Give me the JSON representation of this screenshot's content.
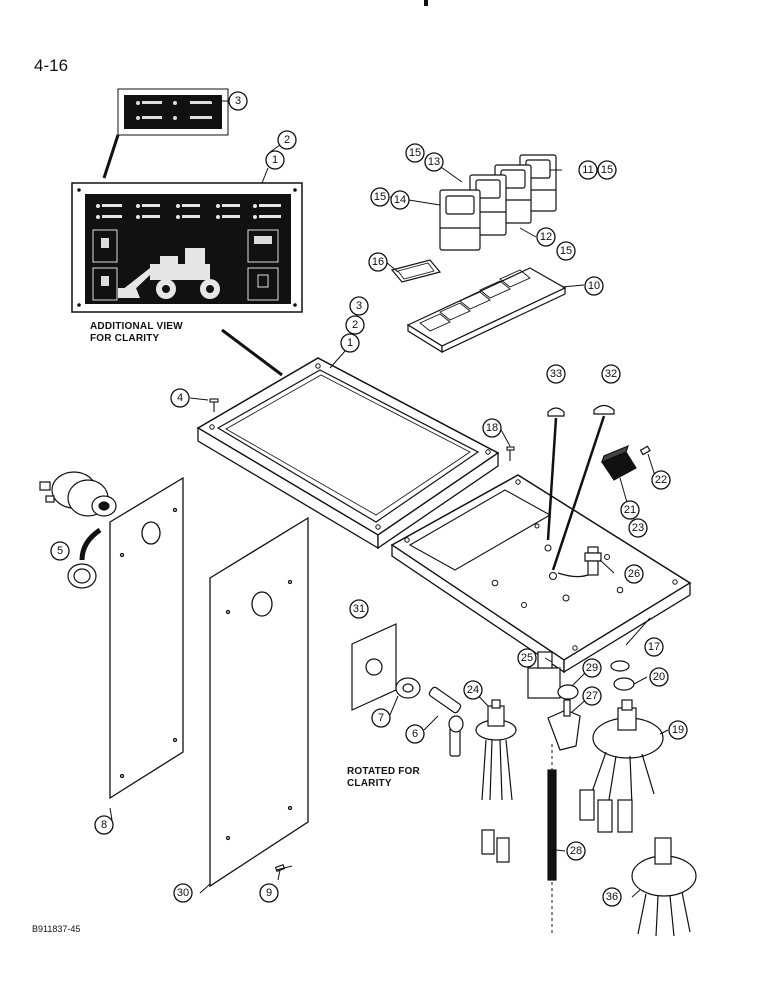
{
  "page": {
    "page_number": "4-16",
    "figure_code": "B911837-45"
  },
  "notes": {
    "additional_view_line1": "ADDITIONAL VIEW",
    "additional_view_line2": "FOR CLARITY",
    "rotated_line1": "ROTATED FOR",
    "rotated_line2": "CLARITY"
  },
  "callouts": [
    {
      "label": "3"
    },
    {
      "label": "2"
    },
    {
      "label": "1"
    },
    {
      "label": "15"
    },
    {
      "label": "13"
    },
    {
      "label": "11"
    },
    {
      "label": "15"
    },
    {
      "label": "15"
    },
    {
      "label": "14"
    },
    {
      "label": "12"
    },
    {
      "label": "15"
    },
    {
      "label": "16"
    },
    {
      "label": "10"
    },
    {
      "label": "3"
    },
    {
      "label": "2"
    },
    {
      "label": "1"
    },
    {
      "label": "4"
    },
    {
      "label": "18"
    },
    {
      "label": "33"
    },
    {
      "label": "32"
    },
    {
      "label": "22"
    },
    {
      "label": "21"
    },
    {
      "label": "23"
    },
    {
      "label": "5"
    },
    {
      "label": "26"
    },
    {
      "label": "17"
    },
    {
      "label": "31"
    },
    {
      "label": "25"
    },
    {
      "label": "29"
    },
    {
      "label": "20"
    },
    {
      "label": "24"
    },
    {
      "label": "27"
    },
    {
      "label": "19"
    },
    {
      "label": "7"
    },
    {
      "label": "6"
    },
    {
      "label": "8"
    },
    {
      "label": "28"
    },
    {
      "label": "30"
    },
    {
      "label": "9"
    },
    {
      "label": "36"
    }
  ]
}
